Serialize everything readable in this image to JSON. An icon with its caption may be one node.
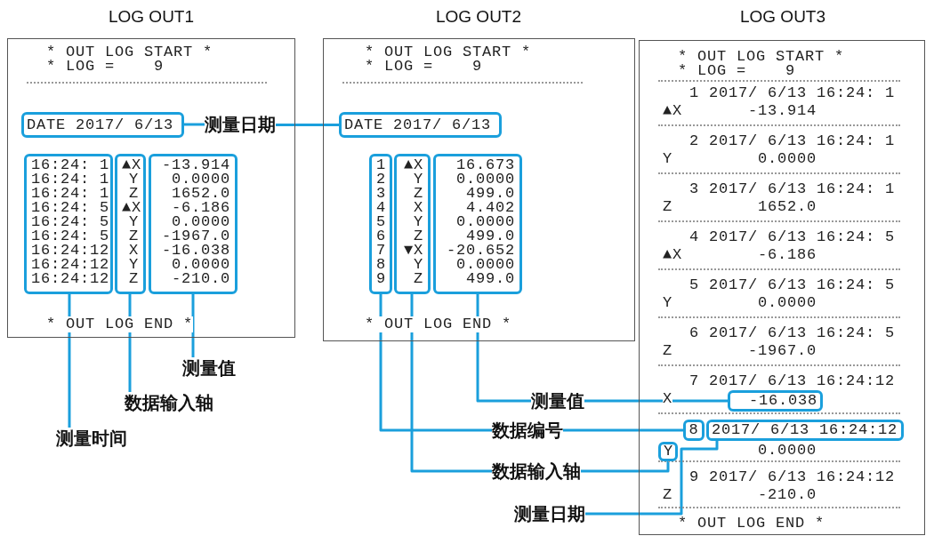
{
  "diagram": {
    "nodes": [
      {
        "text": [
          "LOG OUT1",
          "* OUT LOG START *",
          "* LOG =    9",
          "* OUT LOG END *"
        ]
      },
      {
        "text": [
          "DATE 2017/ 6/13"
        ],
        "in": 0
      },
      {
        "text": [
          "16:24: 1",
          "16:24: 1",
          "16:24: 1",
          "16:24: 5",
          "16:24: 5",
          "16:24: 5",
          "16:24:12",
          "16:24:12",
          "16:24:12"
        ],
        "in": 0
      },
      {
        "text": [
          "▲X",
          "Y",
          "Z",
          "▲X",
          "Y",
          "Z",
          "X",
          "Y",
          "Z"
        ],
        "in": 0
      },
      {
        "text": [
          "-13.914",
          "0.0000",
          "1652.0",
          "-6.186",
          "0.0000",
          "-1967.0",
          "-16.038",
          "0.0000",
          "-210.0"
        ],
        "in": 0
      },
      {
        "text": [
          "测量日期"
        ],
        "in": 0
      },
      {
        "text": [
          "测量值"
        ]
      },
      {
        "text": [
          "数据输入轴"
        ]
      },
      {
        "text": [
          "测量时间"
        ]
      },
      {
        "text": [
          "LOG OUT2",
          "* OUT LOG START *",
          "* LOG =    9",
          "* OUT LOG END *"
        ]
      },
      {
        "text": [
          "DATE 2017/ 6/13"
        ],
        "in": 9
      },
      {
        "text": [
          "1",
          "2",
          "3",
          "4",
          "5",
          "6",
          "7",
          "8",
          "9"
        ],
        "in": 9
      },
      {
        "text": [
          "▲X",
          "Y",
          "Z",
          "X",
          "Y",
          "Z",
          "▼X",
          "Y",
          "Z"
        ],
        "in": 9
      },
      {
        "text": [
          "16.673",
          "0.0000",
          "499.0",
          "4.402",
          "0.0000",
          "499.0",
          "-20.652",
          "0.0000",
          "499.0"
        ],
        "in": 9
      },
      {
        "text": [
          "LOG OUT3",
          "* OUT LOG START *",
          "* LOG =    9",
          "1 2017/ 6/13 16:24: 1",
          "▲X",
          "-13.914",
          "2 2017/ 6/13 16:24: 1",
          "Y",
          "0.0000",
          "3 2017/ 6/13 16:24: 1",
          "Z",
          "1652.0",
          "4 2017/ 6/13 16:24: 5",
          "▲X",
          "-6.186",
          "5 2017/ 6/13 16:24: 5",
          "Y",
          "0.0000",
          "6 2017/ 6/13 16:24: 5",
          "Z",
          "-1967.0",
          "7 2017/ 6/13 16:24:12",
          "X",
          "0.0000",
          "9 2017/ 6/13 16:24:12",
          "Z",
          "-210.0",
          "* OUT LOG END *"
        ]
      },
      {
        "text": [
          "-16.038"
        ],
        "in": 14
      },
      {
        "text": [
          "8"
        ],
        "in": 14
      },
      {
        "text": [
          "2017/ 6/13 16:24:12"
        ],
        "in": 14
      },
      {
        "text": [
          "Y"
        ],
        "in": 14
      },
      {
        "text": [
          "测量值"
        ]
      },
      {
        "text": [
          "数据编号"
        ]
      },
      {
        "text": [
          "数据输入轴"
        ]
      },
      {
        "text": [
          "测量日期"
        ]
      }
    ],
    "edges": [
      {
        "from": 1,
        "to": 5,
        "arrow": "none"
      },
      {
        "from": 5,
        "to": 10,
        "arrow": "none"
      },
      {
        "from": 4,
        "to": 6,
        "arrow": "none"
      },
      {
        "from": 3,
        "to": 7,
        "arrow": "none"
      },
      {
        "from": 2,
        "to": 8,
        "arrow": "none"
      },
      {
        "from": 13,
        "to": 19,
        "arrow": "none"
      },
      {
        "from": 19,
        "to": 15,
        "arrow": "none"
      },
      {
        "from": 11,
        "to": 20,
        "arrow": "none"
      },
      {
        "from": 20,
        "to": 16,
        "arrow": "none"
      },
      {
        "from": 12,
        "to": 21,
        "arrow": "none"
      },
      {
        "from": 21,
        "to": 18,
        "arrow": "none"
      },
      {
        "from": 17,
        "to": 22,
        "arrow": "none"
      }
    ]
  }
}
